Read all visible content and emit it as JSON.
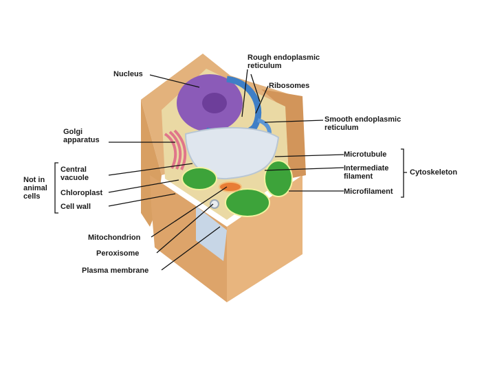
{
  "labels": {
    "rough_er": [
      "Rough endoplasmic",
      "reticulum"
    ],
    "nucleus": "Nucleus",
    "ribosomes": "Ribosomes",
    "smooth_er": [
      "Smooth endoplasmic",
      "reticulum"
    ],
    "golgi": [
      "Golgi",
      "apparatus"
    ],
    "microtubule": "Microtubule",
    "intermediate_filament": [
      "Intermediate",
      "filament"
    ],
    "cytoskeleton": "Cytoskeleton",
    "microfilament": "Microfilament",
    "not_in_animal": [
      "Not in",
      "animal",
      "cells"
    ],
    "central_vacuole": [
      "Central",
      "vacuole"
    ],
    "chloroplast": "Chloroplast",
    "cell_wall": "Cell wall",
    "mitochondrion": "Mitochondrion",
    "peroxisome": "Peroxisome",
    "plasma_membrane": "Plasma membrane"
  },
  "colors": {
    "cell_wall": "#dda46a",
    "cell_wall_dark": "#b9783e",
    "cytoplasm": "#ead9a4",
    "nucleus": "#8b5bb8",
    "er": "#3f7fc6",
    "vacuole": "#dfe6ee",
    "chloroplast": "#3da33a",
    "golgi": "#e0758a",
    "mitochondrion": "#e87d35",
    "leader": "#111111"
  }
}
